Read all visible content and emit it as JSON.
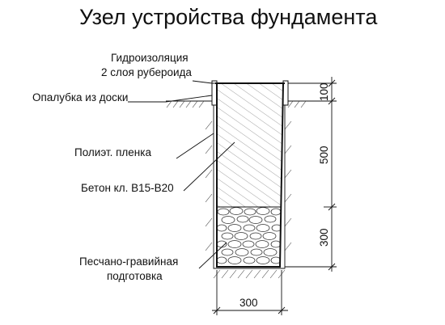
{
  "title": "Узел устройства фундамента",
  "labels": {
    "waterproofing_1": "Гидроизоляция",
    "waterproofing_2": "2 слоя рубероида",
    "formwork": "Опалубка из доски",
    "film": "Полиэт. пленка",
    "concrete": "Бетон кл. В15-В20",
    "bedding_1": "Песчано-гравийная",
    "bedding_2": "подготовка"
  },
  "dimensions": {
    "top": "100",
    "middle": "500",
    "bottom": "300",
    "width": "300"
  }
}
